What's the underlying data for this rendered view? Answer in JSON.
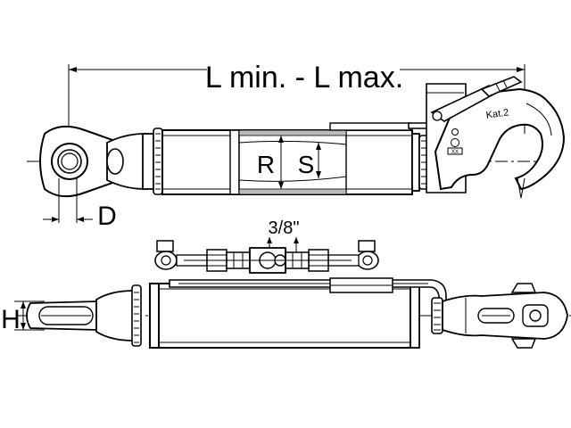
{
  "labels": {
    "length_range": "L min. - L max.",
    "bore": "R",
    "stroke": "S",
    "eye_diameter": "D",
    "eye_height": "H",
    "thread": "3/8\"",
    "hook_category": "Kat.2"
  }
}
